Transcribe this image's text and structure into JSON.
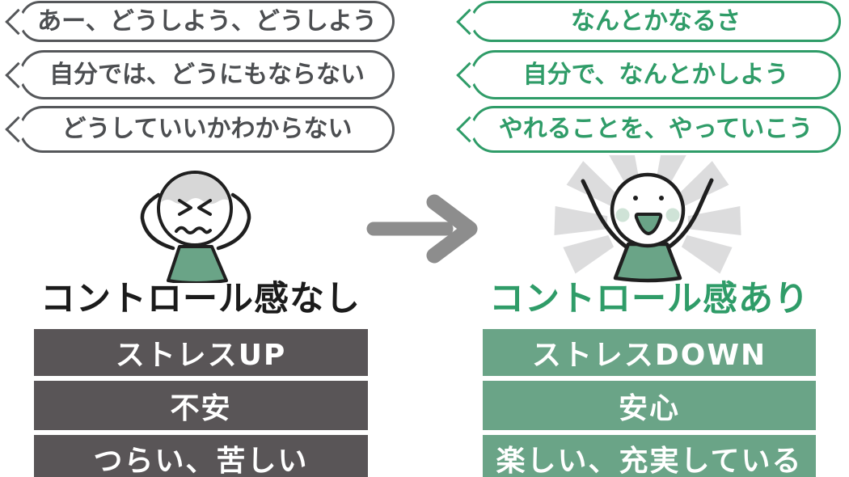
{
  "left_panel": {
    "bubbles": [
      "あー、どうしよう、どうしよう",
      "自分では、どうにもならない",
      "どうしていいかわからない"
    ],
    "label": "コントロール感なし",
    "effects": [
      "ストレスUP",
      "不安",
      "つらい、苦しい"
    ]
  },
  "right_panel": {
    "bubbles": [
      "なんとかなるさ",
      "自分で、なんとかしよう",
      "やれることを、やっていこう"
    ],
    "label": "コントロール感あり",
    "effects": [
      "ストレスDOWN",
      "安心",
      "楽しい、充実している"
    ]
  },
  "icons": {
    "arrow": "right-arrow-icon",
    "left_character": "worried-figure",
    "right_character": "happy-figure"
  },
  "colors": {
    "negative_accent": "#55575a",
    "negative_box": "#595557",
    "positive_accent": "#2f9c68",
    "positive_box": "#6aa487",
    "arrow_gray": "#8d8d8d",
    "ray_gray": "#dcdcdd",
    "blush_green": "#cfe3d7",
    "hair_gray": "#d7d7d7"
  }
}
